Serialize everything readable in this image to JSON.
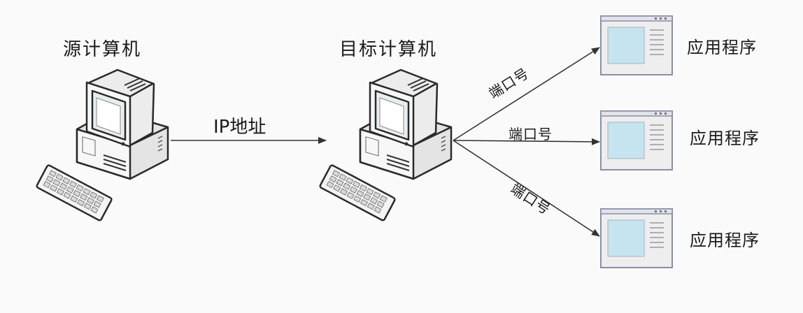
{
  "source": {
    "label": "源计算机",
    "icon": "computer-icon"
  },
  "target": {
    "label": "目标计算机",
    "icon": "computer-icon"
  },
  "link_label": "IP地址",
  "ports": [
    {
      "label": "端口号"
    },
    {
      "label": "端口号"
    },
    {
      "label": "端口号"
    }
  ],
  "apps": [
    {
      "label": "应用程序",
      "icon": "application-window-icon"
    },
    {
      "label": "应用程序",
      "icon": "application-window-icon"
    },
    {
      "label": "应用程序",
      "icon": "application-window-icon"
    }
  ],
  "colors": {
    "background": "#fafafa",
    "line": "#333333",
    "app_screen": "#c5e4ef",
    "computer_body": "#f4f4f4",
    "computer_outline": "#2a2a2a"
  }
}
